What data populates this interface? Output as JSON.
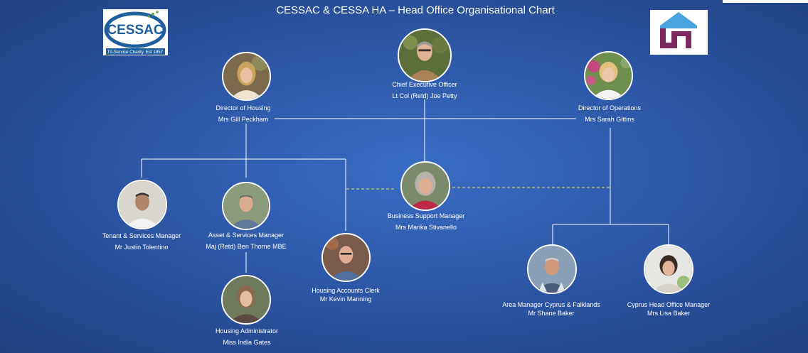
{
  "title": "CESSAC & CESSA HA – Head Office Organisational Chart",
  "logos": {
    "left": {
      "wordmark": "CESSAC",
      "tagline": "Tri-Service Charity. Est 1857"
    },
    "right": {
      "icon": "house-logo-icon"
    }
  },
  "people": {
    "ceo": {
      "role": "Chief Executive Officer",
      "name": "Lt Col (Retd) Joe Petty"
    },
    "housing_director": {
      "role": "Director of Housing",
      "name": "Mrs Gill Peckham"
    },
    "operations_director": {
      "role": "Director of Operations",
      "name": "Mrs Sarah Gittins"
    },
    "business_support": {
      "role": "Business Support Manager",
      "name": "Mrs Marika Stivanello"
    },
    "tenant_services": {
      "role": "Tenant & Services Manager",
      "name": "Mr Justin Tolentino"
    },
    "asset_services": {
      "role": "Asset & Services Manager",
      "name": "Maj (Retd) Ben Thorne MBE"
    },
    "accounts_clerk": {
      "role": "Housing Accounts Clerk",
      "name": "Mr Kevin Manning"
    },
    "housing_admin": {
      "role": "Housing Administrator",
      "name": "Miss India Gates"
    },
    "area_manager": {
      "role": "Area Manager Cyprus & Falklands",
      "name": "Mr Shane Baker"
    },
    "cyprus_office": {
      "role": "Cyprus Head Office Manager",
      "name": "Mrs Lisa Baker"
    }
  },
  "colors": {
    "background": "#2f5aab",
    "lines": "#ffffff",
    "dashed_link": "#e9e05a",
    "cessac_blue": "#1f5f9e",
    "logo_purple": "#7a2a5c"
  }
}
